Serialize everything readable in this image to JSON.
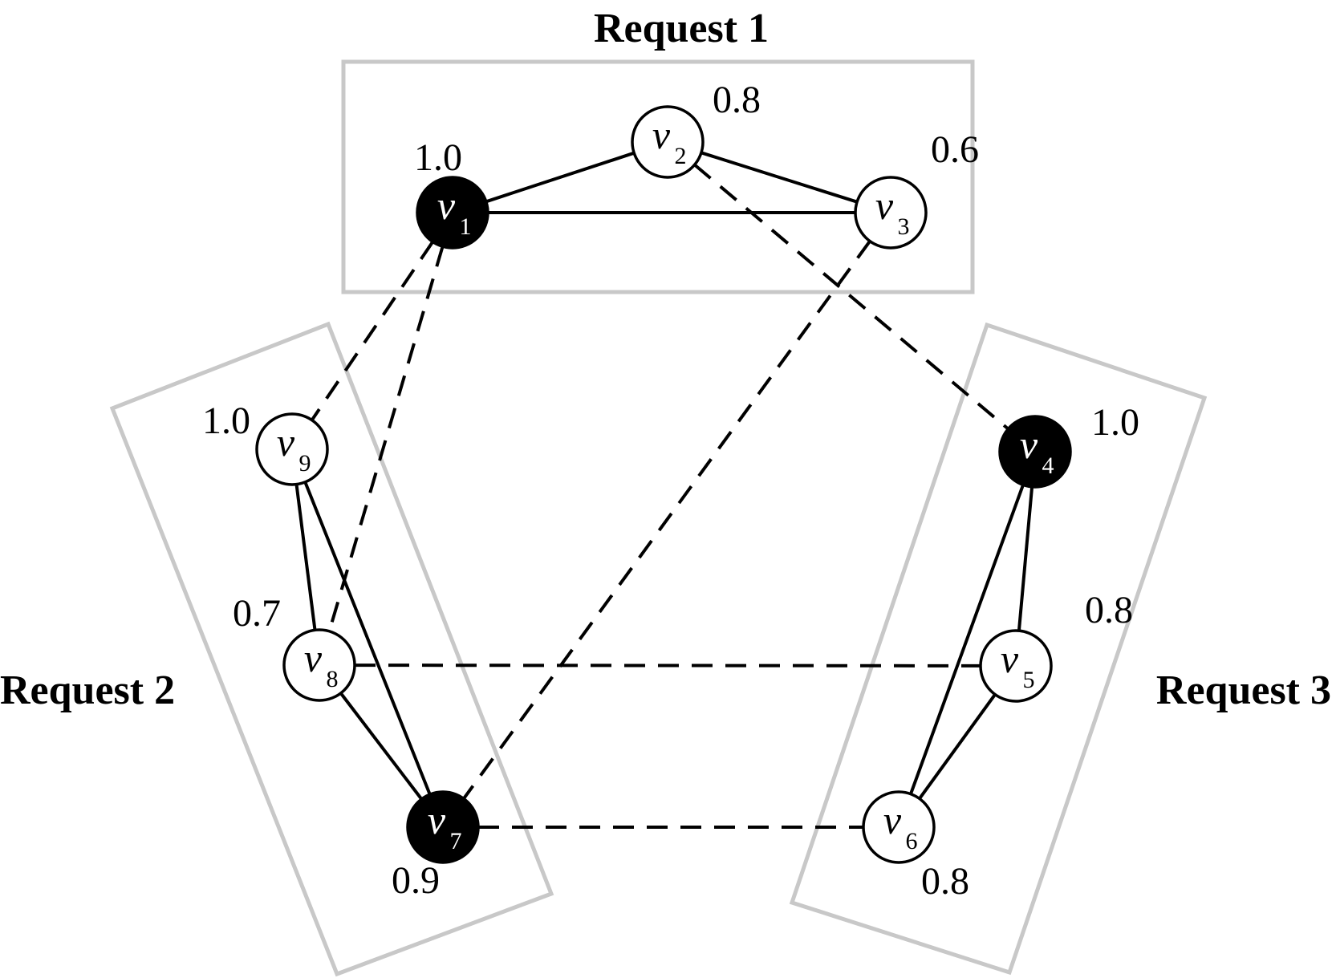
{
  "requests": [
    {
      "id": "r1",
      "label": "Request 1"
    },
    {
      "id": "r2",
      "label": "Request 2"
    },
    {
      "id": "r3",
      "label": "Request 3"
    }
  ],
  "nodes": [
    {
      "id": "v1",
      "letter": "v",
      "sub": "1",
      "weight": "1.0",
      "selected": true
    },
    {
      "id": "v2",
      "letter": "v",
      "sub": "2",
      "weight": "0.8",
      "selected": false
    },
    {
      "id": "v3",
      "letter": "v",
      "sub": "3",
      "weight": "0.6",
      "selected": false
    },
    {
      "id": "v4",
      "letter": "v",
      "sub": "4",
      "weight": "1.0",
      "selected": true
    },
    {
      "id": "v5",
      "letter": "v",
      "sub": "5",
      "weight": "0.8",
      "selected": false
    },
    {
      "id": "v6",
      "letter": "v",
      "sub": "6",
      "weight": "0.8",
      "selected": false
    },
    {
      "id": "v7",
      "letter": "v",
      "sub": "7",
      "weight": "0.9",
      "selected": true
    },
    {
      "id": "v8",
      "letter": "v",
      "sub": "8",
      "weight": "0.7",
      "selected": false
    },
    {
      "id": "v9",
      "letter": "v",
      "sub": "9",
      "weight": "1.0",
      "selected": false
    }
  ],
  "edges": [
    {
      "from": "v1",
      "to": "v2",
      "style": "solid"
    },
    {
      "from": "v2",
      "to": "v3",
      "style": "solid"
    },
    {
      "from": "v1",
      "to": "v3",
      "style": "solid"
    },
    {
      "from": "v4",
      "to": "v5",
      "style": "solid"
    },
    {
      "from": "v4",
      "to": "v6",
      "style": "solid"
    },
    {
      "from": "v5",
      "to": "v6",
      "style": "solid"
    },
    {
      "from": "v9",
      "to": "v8",
      "style": "solid"
    },
    {
      "from": "v9",
      "to": "v7",
      "style": "solid"
    },
    {
      "from": "v8",
      "to": "v7",
      "style": "solid"
    },
    {
      "from": "v1",
      "to": "v9",
      "style": "dashed"
    },
    {
      "from": "v1",
      "to": "v8",
      "style": "dashed"
    },
    {
      "from": "v2",
      "to": "v4",
      "style": "dashed"
    },
    {
      "from": "v3",
      "to": "v7",
      "style": "dashed"
    },
    {
      "from": "v8",
      "to": "v5",
      "style": "dashed"
    },
    {
      "from": "v7",
      "to": "v6",
      "style": "dashed"
    }
  ],
  "colors": {
    "selected_fill": "#000000",
    "unselected_fill": "#ffffff",
    "box_stroke": "#c8c8c8"
  }
}
